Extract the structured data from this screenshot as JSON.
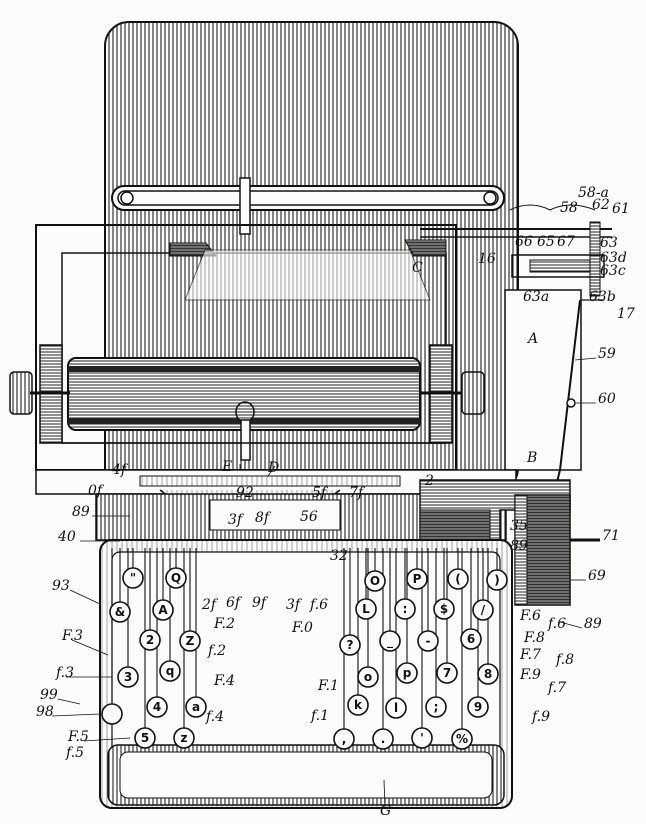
{
  "colors": {
    "ink": "#111111",
    "paper": "#fcfcfa"
  },
  "keys_left": [
    {
      "id": "quote",
      "t": "\""
    },
    {
      "id": "Q",
      "t": "Q"
    },
    {
      "id": "amp",
      "t": "&"
    },
    {
      "id": "A",
      "t": "A"
    },
    {
      "id": "2",
      "t": "2"
    },
    {
      "id": "Z",
      "t": "Z"
    },
    {
      "id": "3",
      "t": "3"
    },
    {
      "id": "q",
      "t": "q"
    },
    {
      "id": "4",
      "t": "4"
    },
    {
      "id": "a",
      "t": "a"
    },
    {
      "id": "5",
      "t": "5"
    },
    {
      "id": "z",
      "t": "z"
    },
    {
      "id": "blank",
      "t": ""
    }
  ],
  "keys_right": [
    {
      "id": "O",
      "t": "O"
    },
    {
      "id": "P",
      "t": "P"
    },
    {
      "id": "lparen",
      "t": "("
    },
    {
      "id": "rparen",
      "t": ")"
    },
    {
      "id": "L",
      "t": "L"
    },
    {
      "id": "colon",
      "t": ":"
    },
    {
      "id": "dollar",
      "t": "$"
    },
    {
      "id": "slash",
      "t": "/"
    },
    {
      "id": "question",
      "t": "?"
    },
    {
      "id": "underscore",
      "t": "_"
    },
    {
      "id": "dash",
      "t": "-"
    },
    {
      "id": "6",
      "t": "6"
    },
    {
      "id": "o",
      "t": "o"
    },
    {
      "id": "p",
      "t": "p"
    },
    {
      "id": "7",
      "t": "7"
    },
    {
      "id": "8",
      "t": "8"
    },
    {
      "id": "k",
      "t": "k"
    },
    {
      "id": "l",
      "t": "l"
    },
    {
      "id": "semicolon",
      "t": ";"
    },
    {
      "id": "9",
      "t": "9"
    },
    {
      "id": "comma",
      "t": ","
    },
    {
      "id": "period",
      "t": "."
    },
    {
      "id": "apos",
      "t": "'"
    },
    {
      "id": "percent",
      "t": "%"
    }
  ],
  "labels": [
    {
      "id": "58a",
      "t": "58-a"
    },
    {
      "id": "62",
      "t": "62"
    },
    {
      "id": "61",
      "t": "61"
    },
    {
      "id": "58",
      "t": "58"
    },
    {
      "id": "66",
      "t": "66"
    },
    {
      "id": "65",
      "t": "65"
    },
    {
      "id": "67",
      "t": "67"
    },
    {
      "id": "63",
      "t": "63"
    },
    {
      "id": "63d",
      "t": "63d"
    },
    {
      "id": "63c",
      "t": "63c"
    },
    {
      "id": "16",
      "t": "16"
    },
    {
      "id": "C",
      "t": "C"
    },
    {
      "id": "63a",
      "t": "63a"
    },
    {
      "id": "63b",
      "t": "63b"
    },
    {
      "id": "17",
      "t": "17"
    },
    {
      "id": "A",
      "t": "A"
    },
    {
      "id": "59",
      "t": "59"
    },
    {
      "id": "60",
      "t": "60"
    },
    {
      "id": "B",
      "t": "B"
    },
    {
      "id": "2",
      "t": "2"
    },
    {
      "id": "E",
      "t": "E"
    },
    {
      "id": "D",
      "t": "D"
    },
    {
      "id": "4f",
      "t": "4f"
    },
    {
      "id": "0f",
      "t": "0f"
    },
    {
      "id": "92",
      "t": "92"
    },
    {
      "id": "5f",
      "t": "5f"
    },
    {
      "id": "7f",
      "t": "7f"
    },
    {
      "id": "56",
      "t": "56"
    },
    {
      "id": "89a",
      "t": "89"
    },
    {
      "id": "40",
      "t": "40"
    },
    {
      "id": "8f",
      "t": "8f"
    },
    {
      "id": "3fa",
      "t": "3f"
    },
    {
      "id": "32",
      "t": "32"
    },
    {
      "id": "35",
      "t": "35"
    },
    {
      "id": "71",
      "t": "71"
    },
    {
      "id": "89b",
      "t": "89"
    },
    {
      "id": "69",
      "t": "69"
    },
    {
      "id": "93",
      "t": "93"
    },
    {
      "id": "2f",
      "t": "2f"
    },
    {
      "id": "6f",
      "t": "6f"
    },
    {
      "id": "9f",
      "t": "9f"
    },
    {
      "id": "3fb",
      "t": "3f"
    },
    {
      "id": "f6a",
      "t": "f.6"
    },
    {
      "id": "F0",
      "t": "F.0"
    },
    {
      "id": "F6",
      "t": "F.6"
    },
    {
      "id": "f6b",
      "t": "f.6"
    },
    {
      "id": "89c",
      "t": "89"
    },
    {
      "id": "F2",
      "t": "F.2"
    },
    {
      "id": "f2",
      "t": "f.2"
    },
    {
      "id": "F3",
      "t": "F.3"
    },
    {
      "id": "F8",
      "t": "F.8"
    },
    {
      "id": "F7",
      "t": "F.7"
    },
    {
      "id": "f8",
      "t": "f.8"
    },
    {
      "id": "f3",
      "t": "f.3"
    },
    {
      "id": "F4",
      "t": "F.4"
    },
    {
      "id": "F1",
      "t": "F.1"
    },
    {
      "id": "F9",
      "t": "F.9"
    },
    {
      "id": "f7",
      "t": "f.7"
    },
    {
      "id": "99",
      "t": "99"
    },
    {
      "id": "98",
      "t": "98"
    },
    {
      "id": "f4",
      "t": "f.4"
    },
    {
      "id": "f1",
      "t": "f.1"
    },
    {
      "id": "f9",
      "t": "f.9"
    },
    {
      "id": "F5",
      "t": "F.5"
    },
    {
      "id": "f5",
      "t": "f.5"
    },
    {
      "id": "G",
      "t": "G"
    }
  ]
}
